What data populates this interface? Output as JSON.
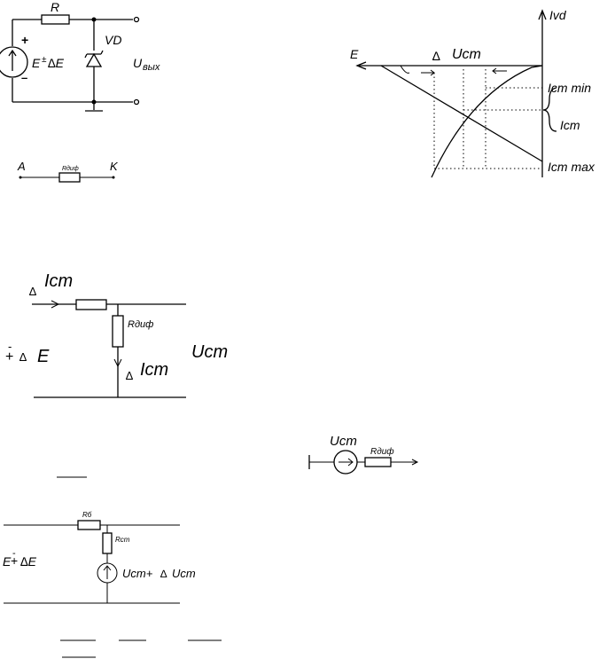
{
  "circuit1": {
    "label_R": "R",
    "label_VD": "VD",
    "label_E": "E",
    "label_pm": "±",
    "label_delta_E": "∆E",
    "label_plus": "+",
    "label_minus": "–",
    "label_Uout_main": "U",
    "label_Uout_sub": "вых"
  },
  "equivalent_AK": {
    "label_A": "A",
    "label_K": "K",
    "label_Rdif": "Rдиф"
  },
  "characteristic": {
    "label_Ivd": "Ivd",
    "label_E": "E",
    "label_delta": "∆",
    "label_Ucm": "Ucm",
    "label_Icm_min": "Icm min",
    "label_Icm": "Icm",
    "label_Icm_max": "Icm max"
  },
  "circuit2": {
    "label_delta_top": "∆",
    "label_Icm_top": "Icm",
    "label_Rdif": "Rдиф",
    "label_pm": "+",
    "label_bar": "-",
    "label_delta_E": "∆",
    "label_E": "E",
    "label_delta_bottom": "∆",
    "label_Icm_bottom": "Icm",
    "label_Ucm": "Ucm"
  },
  "source_model": {
    "label_Ucm": "Ucm",
    "label_Rdif": "Rдиф"
  },
  "circuit3": {
    "label_Rb": "Rб",
    "label_Rcm": "Rcm",
    "label_E": "E",
    "label_pm_top": "-",
    "label_pm": "+",
    "label_delta_E": "∆E",
    "label_Ucm_expr": "Ucm+",
    "label_delta": "∆",
    "label_Ucm2": "Ucm"
  }
}
